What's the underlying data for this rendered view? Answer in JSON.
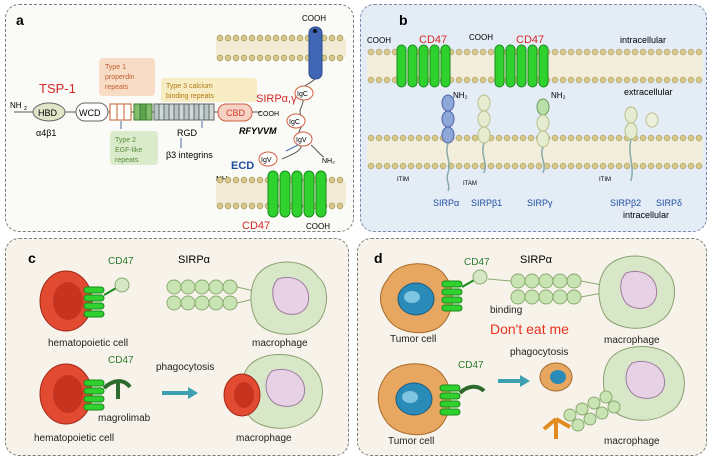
{
  "panel_a": {
    "letter": "a",
    "tsp1": "TSP-1",
    "hbd": "HBD",
    "wcd": "WCD",
    "nh2": "NH",
    "integrin_a4b1": "α4β1",
    "type1": "Type 1 properdin repeats",
    "type2": "Type 2 EGF-like repeats",
    "type3": "Type 3 calcium binding repeats",
    "cbd": "CBD",
    "cooh": "COOH",
    "rgd": "RGD",
    "rfyvvm": "RFYVVM",
    "b3": "β3 integrins",
    "sirp": "SIRPα,γ",
    "igc1": "IgC",
    "igc2": "IgC",
    "igv1": "IgV",
    "igv2": "IgV",
    "ecd": "ECD",
    "cd47": "CD47",
    "cooh_top": "COOH",
    "cooh_bottom": "COOH"
  },
  "panel_b": {
    "letter": "b",
    "cooh1": "COOH",
    "cooh2": "COOH",
    "cd47_1": "CD47",
    "cd47_2": "CD47",
    "intracellular_top": "intracellular",
    "extracellular": "extracellular",
    "nh2_1": "NH",
    "nh2_2": "NH",
    "itim1": "ITIM",
    "itam": "ITAM",
    "itim2": "ITIM",
    "sirpa": "SIRPα",
    "sirpb1": "SIRPβ1",
    "sirpg": "SIRPγ",
    "sirpb2": "SIRPβ2",
    "sirpd": "SIRPδ",
    "intracellular_bottom": "intracellular"
  },
  "panel_c": {
    "letter": "c",
    "cd47_1": "CD47",
    "sirpa": "SIRPα",
    "hemato1": "hematopoietic cell",
    "macro1": "macrophage",
    "cd47_2": "CD47",
    "phago": "phagocytosis",
    "magrolimab": "magrolimab",
    "hemato2": "hematopoietic cell",
    "macro2": "macrophage"
  },
  "panel_d": {
    "letter": "d",
    "cd47_1": "CD47",
    "sirpa": "SIRPα",
    "binding": "binding",
    "tumor1": "Tumor cell",
    "dont_eat": "Don't eat me",
    "macro1": "macrophage",
    "cd47_2": "CD47",
    "phago": "phagocytosis",
    "tumor2": "Tumor cell",
    "macro2": "macrophage"
  },
  "colors": {
    "red_label": "#d62828",
    "blue_label": "#1f4fa0",
    "helix_green": "#2fd12f",
    "membrane_head": "#d8c98a",
    "dont_eat_red": "#e8311f"
  }
}
